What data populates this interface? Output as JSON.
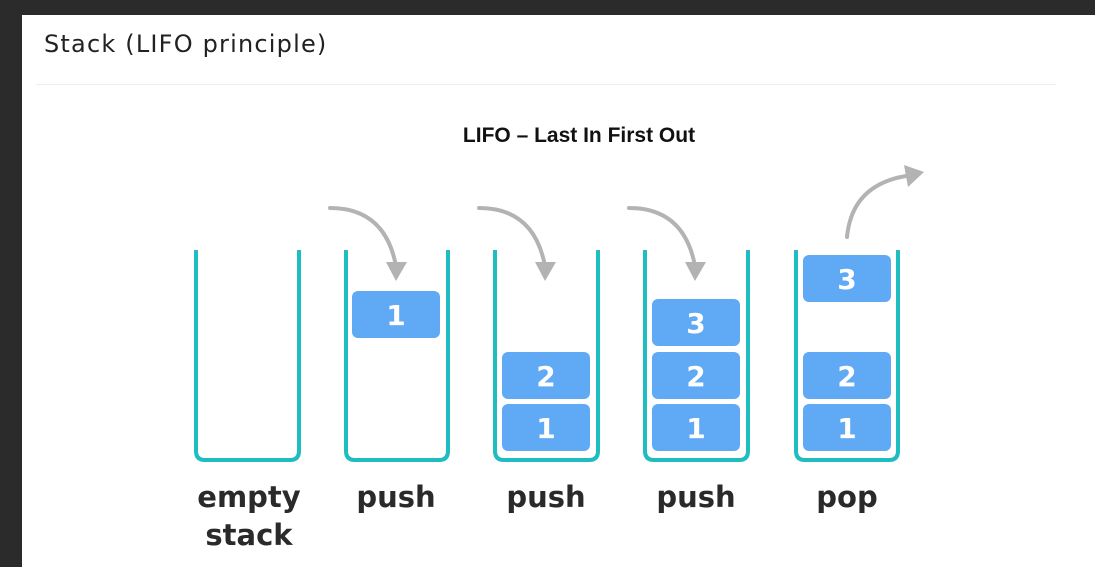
{
  "page": {
    "title": "Stack (LIFO principle)"
  },
  "diagram": {
    "heading": "LIFO – Last In First Out",
    "stages": [
      {
        "label_lines": [
          "empty",
          "stack"
        ],
        "blocks": []
      },
      {
        "label_lines": [
          "push"
        ],
        "blocks": [
          "1"
        ]
      },
      {
        "label_lines": [
          "push"
        ],
        "blocks": [
          "1",
          "2"
        ]
      },
      {
        "label_lines": [
          "push"
        ],
        "blocks": [
          "1",
          "2",
          "3"
        ]
      },
      {
        "label_lines": [
          "pop"
        ],
        "blocks": [
          "1",
          "2",
          "3"
        ]
      }
    ],
    "colors": {
      "container": "#1fbcc0",
      "block": "#60a9f5",
      "block_text": "#ffffff",
      "arrow": "#b3b3b3",
      "label": "#2a2a2a"
    }
  }
}
